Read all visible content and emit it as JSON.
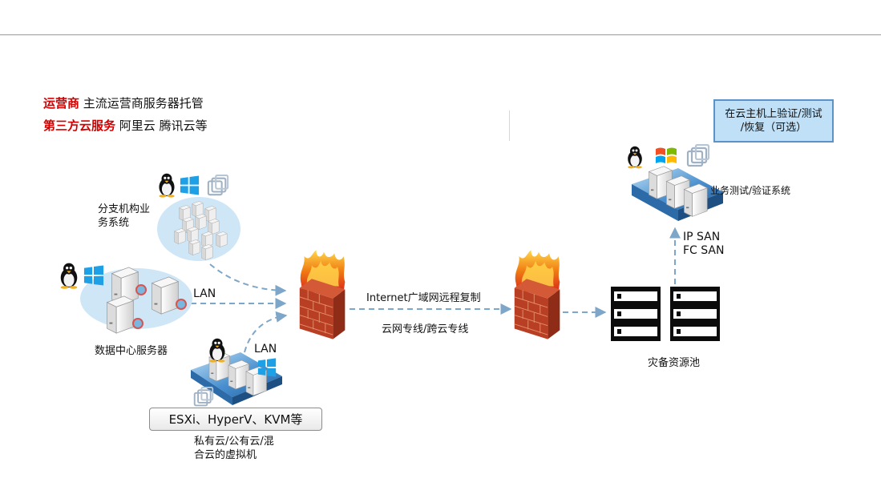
{
  "legend": [
    {
      "key": "运营商",
      "text": "主流运营商服务器托管"
    },
    {
      "key": "第三方云服务",
      "text": "阿里云 腾讯云等"
    }
  ],
  "branch_label": {
    "line1": "分支机构业",
    "line2": "务系统"
  },
  "datacenter_label": "数据中心服务器",
  "lan_labels": [
    "LAN",
    "LAN"
  ],
  "hypervisor_box": "ESXi、HyperV、KVM等",
  "virtual_label": {
    "line1": "私有云/公有云/混",
    "line2": "合云的虚拟机"
  },
  "wan_labels": {
    "top": "Internet广域网远程复制",
    "bottom": "云网专线/跨云专线"
  },
  "dr_pool_label": "灾备资源池",
  "san_labels": {
    "line1": "IP SAN",
    "line2": "FC SAN"
  },
  "test_system_label": "业务测试/验证系统",
  "restore_box": {
    "line1": "在云主机上验证/测试",
    "line2": "/恢复（可选）"
  },
  "colors": {
    "legend_key": "#d40000",
    "arrow": "#7ea6c8",
    "platform": "#3f84c6",
    "firewall": "#c04527"
  }
}
